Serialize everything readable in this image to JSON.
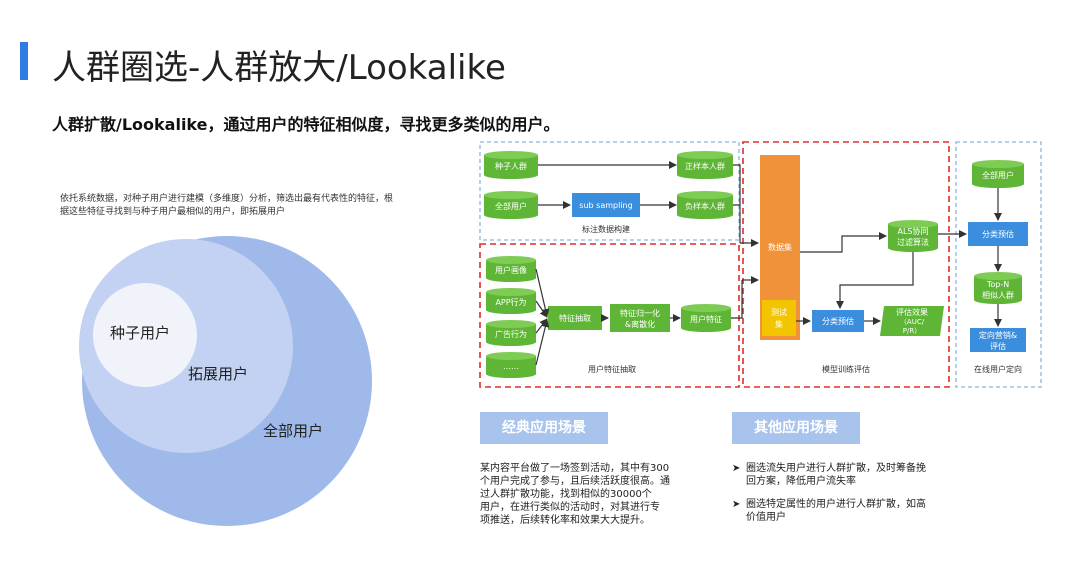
{
  "header": {
    "title": "人群圈选-人群放大/Lookalike",
    "subtitle": "人群扩散/Lookalike，通过用户的特征相似度，寻找更多类似的用户。"
  },
  "left": {
    "description": "依托系统数据，对种子用户进行建模（多维度）分析，筛选出最有代表性的特征，根据这些特征寻找到与种子用户最相似的用户，即拓展用户",
    "venn": {
      "seed": "种子用户",
      "expanded": "拓展用户",
      "all": "全部用户"
    }
  },
  "flow": {
    "seed_users": "种子人群",
    "all_users": "全部用户",
    "sub_sampling": "sub sampling",
    "positive_crowd": "正样本人群",
    "negative_crowd": "负样本人群",
    "label_build": "标注数据构建",
    "user_profile": "用户画像",
    "app_behavior": "APP行为",
    "ad_behavior": "广告行为",
    "more": "……",
    "feature_extract": "特征抽取",
    "feature_norm_1": "特征归一化",
    "feature_norm_2": "&离散化",
    "user_feature": "用户特征",
    "user_feature_extract": "用户特征抽取",
    "dataset": "数据集",
    "testset_1": "测试",
    "testset_2": "集",
    "als_1": "ALS协同",
    "als_2": "过滤算法",
    "classify_predict": "分类预估",
    "eval_1": "评估效果",
    "eval_2": "（AUC/",
    "eval_3": "P/R）",
    "model_train_eval": "模型训练评估",
    "online_all_users": "全部用户",
    "online_classify": "分类预估",
    "topn_1": "Top-N",
    "topn_2": "相似人群",
    "target_1": "定向营销&",
    "target_2": "评估",
    "online_target": "在线用户定向"
  },
  "bottom": {
    "classic_label": "经典应用场景",
    "classic_text": [
      "某内容平台做了一场签到活动，其中有300",
      "个用户完成了参与，且后续活跃度很高。通",
      "过人群扩散功能，找到相似的30000个",
      "用户，在进行类似的活动时，对其进行专",
      "项推送，后续转化率和效果大大提升。"
    ],
    "other_label": "其他应用场景",
    "other_bullets": [
      [
        "圈选流失用户进行人群扩散，及时筹备挽",
        "回方案，降低用户流失率"
      ],
      [
        "圈选特定属性的用户进行人群扩散，如高",
        "价值用户"
      ]
    ],
    "bullet_arrow": "➤"
  },
  "colors": {
    "accent_blue": "#2f7de1",
    "green": "#5fb636",
    "box_blue": "#3b8ede",
    "orange": "#f0923a",
    "yellow": "#f2c500",
    "red_dash": "#e02b2b",
    "blue_dash": "#8fb3e0",
    "venn_outer": "#9fb9ea",
    "venn_mid": "#c3d2f2",
    "venn_inner": "#f1f3fb"
  }
}
